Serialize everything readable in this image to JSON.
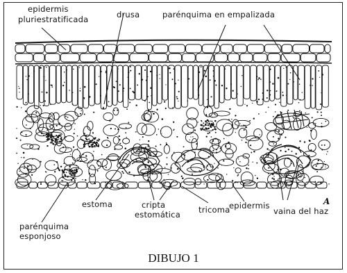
{
  "figure": {
    "caption": "DIBUJO 1",
    "corner_letter": "A"
  },
  "labels": {
    "epidermis_pluri_line1": "epidermis",
    "epidermis_pluri_line2": "pluriestratificada",
    "drusa": "drusa",
    "parenquima_empalizada": "parénquima en empalizada",
    "parenquima_esponjoso_line1": "parénquima",
    "parenquima_esponjoso_line2": "esponjoso",
    "estoma": "estoma",
    "cripta_line1": "cripta",
    "cripta_line2": "estomática",
    "tricoma": "tricoma",
    "epidermis": "epidermis",
    "vaina": "vaina del haz"
  }
}
